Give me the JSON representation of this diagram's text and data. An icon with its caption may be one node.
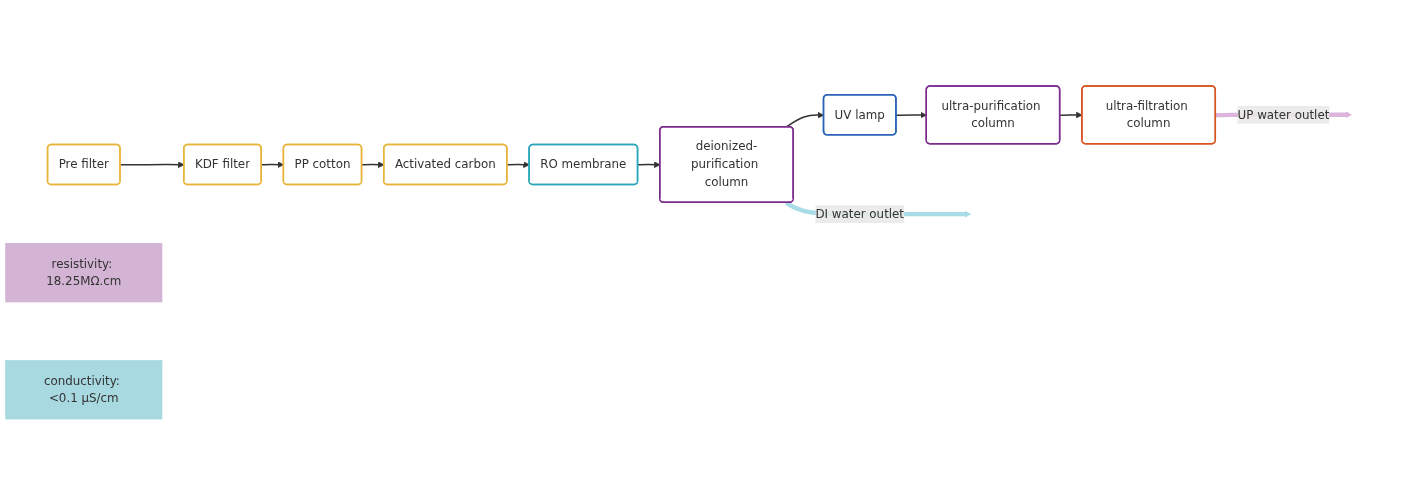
{
  "diagram": {
    "nodes": [
      {
        "text": [
          "Pre filter"
        ]
      },
      {
        "text": [
          "KDF filter"
        ]
      },
      {
        "text": [
          "PP cotton"
        ]
      },
      {
        "text": [
          "Activated carbon"
        ]
      },
      {
        "text": [
          "RO membrane"
        ]
      },
      {
        "text": [
          "deionized-purification column"
        ]
      },
      {
        "text": [
          "UV lamp"
        ]
      },
      {
        "text": [
          "ultra-purification column"
        ]
      },
      {
        "text": [
          "ultra-filtration column"
        ]
      },
      {
        "text": [
          "resistivity: 18.25MΩ.cm"
        ]
      },
      {
        "text": [
          "conductivity: <0.1 μS/cm"
        ]
      }
    ],
    "edges": [
      {
        "from": 0,
        "to": 1,
        "arrow": "to"
      },
      {
        "from": 1,
        "to": 2,
        "arrow": "to"
      },
      {
        "from": 2,
        "to": 3,
        "arrow": "to"
      },
      {
        "from": 3,
        "to": 4,
        "arrow": "to"
      },
      {
        "from": 4,
        "to": 5,
        "arrow": "to"
      },
      {
        "from": 5,
        "to": 6,
        "arrow": "to"
      },
      {
        "from": 6,
        "to": 7,
        "arrow": "to"
      },
      {
        "from": 7,
        "to": 8,
        "arrow": "to"
      },
      {
        "from": 8,
        "to": null,
        "arrow": "to",
        "label": "UP water outlet",
        "style": "thick",
        "color": "#dcb4dc"
      },
      {
        "from": 5,
        "to": null,
        "arrow": "to",
        "label": "DI water outlet",
        "style": "thick",
        "color": "#a8dce6"
      }
    ]
  }
}
